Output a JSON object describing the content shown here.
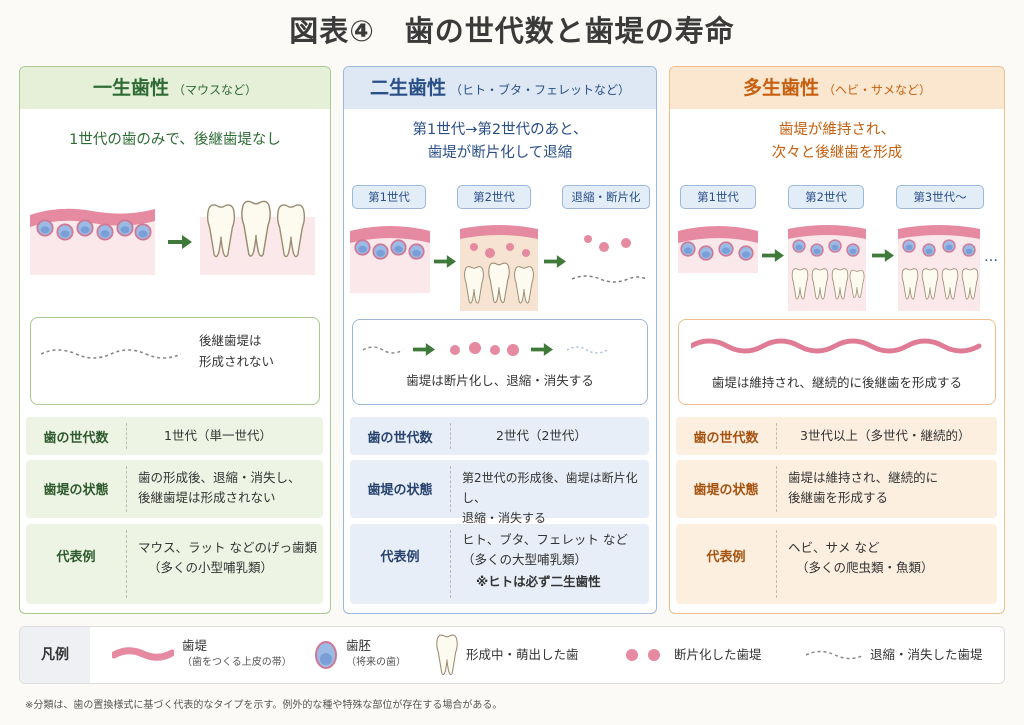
{
  "title": "図表④　歯の世代数と歯堤の寿命",
  "panels": {
    "mono": {
      "name": "一生歯性",
      "sub": "（マウスなど）",
      "desc": "1世代の歯のみで、後継歯堤なし",
      "box_text": [
        "後継歯堤は",
        "形成されない"
      ],
      "rows": {
        "gen_label": "歯の世代数",
        "gen_value": "1世代（単一世代）",
        "state_label": "歯堤の状態",
        "state_value": [
          "歯の形成後、退縮・消失し、",
          "後継歯堤は形成されない"
        ],
        "ex_label": "代表例",
        "ex_value": [
          "マウス、ラット などのげっ歯類",
          "（多くの小型哺乳類）"
        ]
      }
    },
    "di": {
      "name": "二生歯性",
      "sub": "（ヒト・ブタ・フェレットなど）",
      "desc": [
        "第1世代→第2世代のあと、",
        "歯堤が断片化して退縮"
      ],
      "stages": [
        "第1世代",
        "第2世代",
        "退縮・断片化"
      ],
      "box_text": "歯堤は断片化し、退縮・消失する",
      "rows": {
        "gen_label": "歯の世代数",
        "gen_value": "2世代（2世代）",
        "state_label": "歯堤の状態",
        "state_value": [
          "第2世代の形成後、歯堤は断片化し、",
          "退縮・消失する"
        ],
        "ex_label": "代表例",
        "ex_value": [
          "ヒト、ブタ、フェレット など",
          "（多くの大型哺乳類）"
        ],
        "ex_note": "※ヒトは必ず二生歯性"
      }
    },
    "poly": {
      "name": "多生歯性",
      "sub": "（ヘビ・サメなど）",
      "desc": [
        "歯堤が維持され、",
        "次々と後継歯を形成"
      ],
      "stages": [
        "第1世代",
        "第2世代",
        "第3世代〜"
      ],
      "ellipsis": "…",
      "box_text": "歯堤は維持され、継続的に後継歯を形成する",
      "rows": {
        "gen_label": "歯の世代数",
        "gen_value": "3世代以上（多世代・継続的）",
        "state_label": "歯堤の状態",
        "state_value": [
          "歯堤は維持され、継続的に",
          "後継歯を形成する"
        ],
        "ex_label": "代表例",
        "ex_value": [
          "ヘビ、サメ など",
          "（多くの爬虫類・魚類）"
        ]
      }
    }
  },
  "legend": {
    "head": "凡例",
    "items": [
      {
        "label": "歯堤",
        "sub": "（歯をつくる上皮の帯）"
      },
      {
        "label": "歯胚",
        "sub": "（将来の歯）"
      },
      {
        "label": "形成中・萌出した歯"
      },
      {
        "label": "断片化した歯堤"
      },
      {
        "label": "退縮・消失した歯堤"
      }
    ]
  },
  "note": "※分類は、歯の置換様式に基づく代表的なタイプを示す。例外的な種や特殊な部位が存在する場合がある。",
  "colors": {
    "green": "#2e6b35",
    "blue": "#2a4f86",
    "orange": "#c6600f",
    "lamina": "#e58aa0",
    "germ": "#8eaedc"
  }
}
